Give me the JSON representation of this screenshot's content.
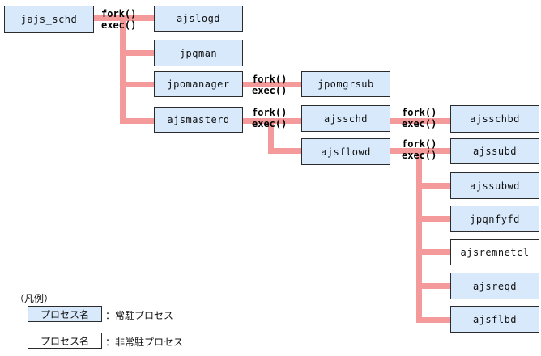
{
  "processes": {
    "jajs_schd": "jajs_schd",
    "ajslogd": "ajslogd",
    "jpqman": "jpqman",
    "jpomanager": "jpomanager",
    "jpomgrsub": "jpomgrsub",
    "ajsmasterd": "ajsmasterd",
    "ajsschd": "ajsschd",
    "ajsflowd": "ajsflowd",
    "ajsschbd": "ajsschbd",
    "ajssubd": "ajssubd",
    "ajssubwd": "ajssubwd",
    "jpqnfyfd": "jpqnfyfd",
    "ajsremnetcl": "ajsremnetcl",
    "ajsreqd": "ajsreqd",
    "ajsflbd": "ajsflbd"
  },
  "labels": {
    "fork": "fork()",
    "exec": "exec()"
  },
  "legend": {
    "title": "（凡例）",
    "box_label": "プロセス名",
    "resident": "：常駐プロセス",
    "nonresident": "：非常駐プロセス"
  },
  "colors": {
    "connector": "#f59a9a",
    "resident_fill": "#d8e9fb",
    "nonresident_fill": "#ffffff",
    "border": "#2b2b2b"
  }
}
